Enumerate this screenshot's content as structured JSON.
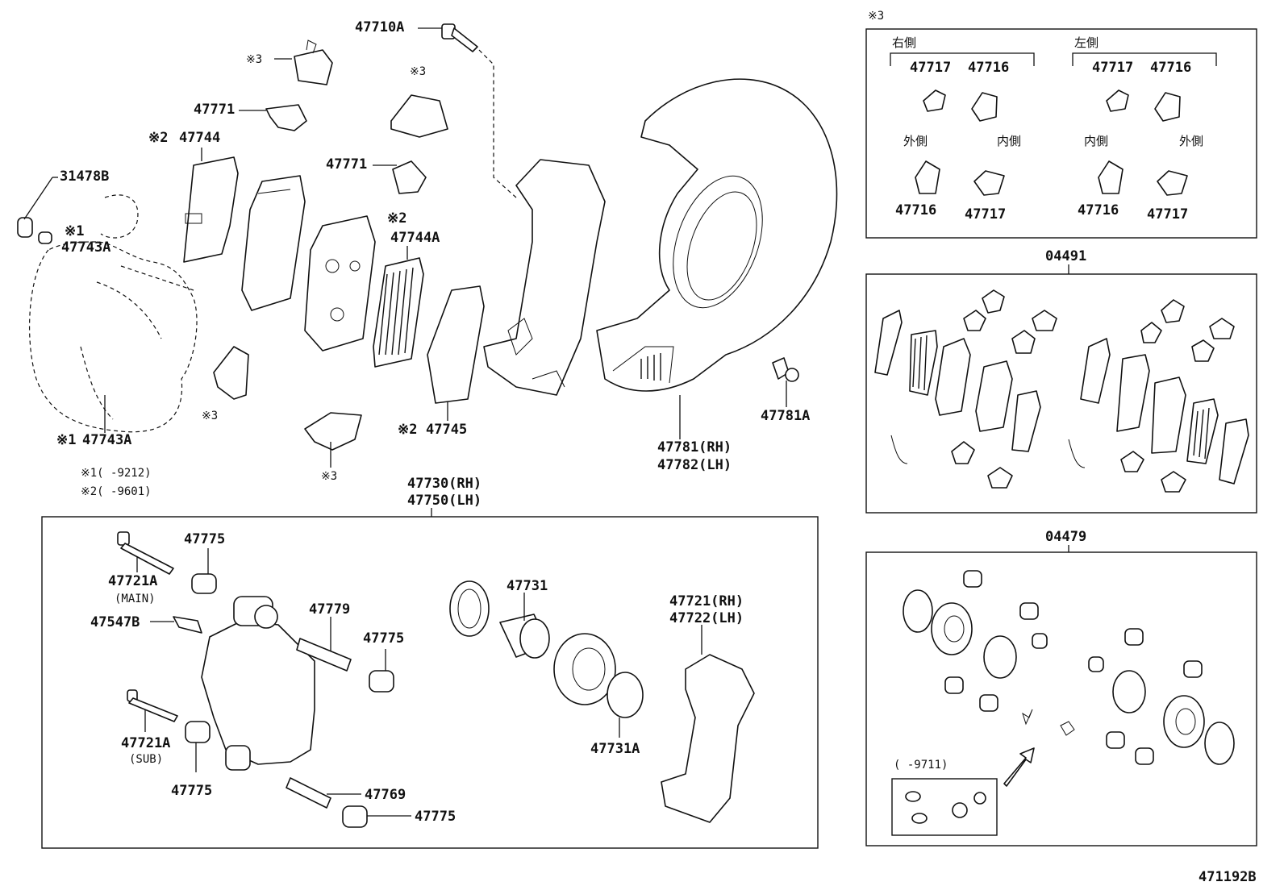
{
  "labels": {
    "p47710A": "47710A",
    "p31478B": "31478B",
    "p47743A_top": "47743A",
    "p47743A_bottom": "47743A",
    "p47771_a": "47771",
    "p47771_b": "47771",
    "p47744": "47744",
    "p47744A": "47744A",
    "p47745": "47745",
    "p47781A": "47781A",
    "p47781": "47781(RH)",
    "p47782": "47782(LH)",
    "p47730": "47730(RH)",
    "p47750": "47750(LH)",
    "p47721A_main": "47721A",
    "p47721A_sub": "47721A",
    "p47547B": "47547B",
    "p47775_a": "47775",
    "p47775_b": "47775",
    "p47775_c": "47775",
    "p47775_d": "47775",
    "p47779": "47779",
    "p47769": "47769",
    "p47731": "47731",
    "p47731A": "47731A",
    "p47721": "47721(RH)",
    "p47722": "47722(LH)",
    "kit_04491": "04491",
    "kit_04479": "04479",
    "diagram_id": "471192B",
    "main_tag": "(MAIN)",
    "sub_tag": "(SUB)"
  },
  "marks": {
    "m1": "※1",
    "m2": "※2",
    "m3": "※3",
    "mark_1_prefix": "※1",
    "mark_2_prefix": "※2",
    "note1": "※1(    -9212)",
    "note2": "※2(    -9601)",
    "kit_date": "(    -9711)"
  },
  "legend_box": {
    "right_side": "右側",
    "left_side": "左側",
    "outer": "外側",
    "inner": "内側",
    "p47717": "47717",
    "p47716": "47716"
  }
}
